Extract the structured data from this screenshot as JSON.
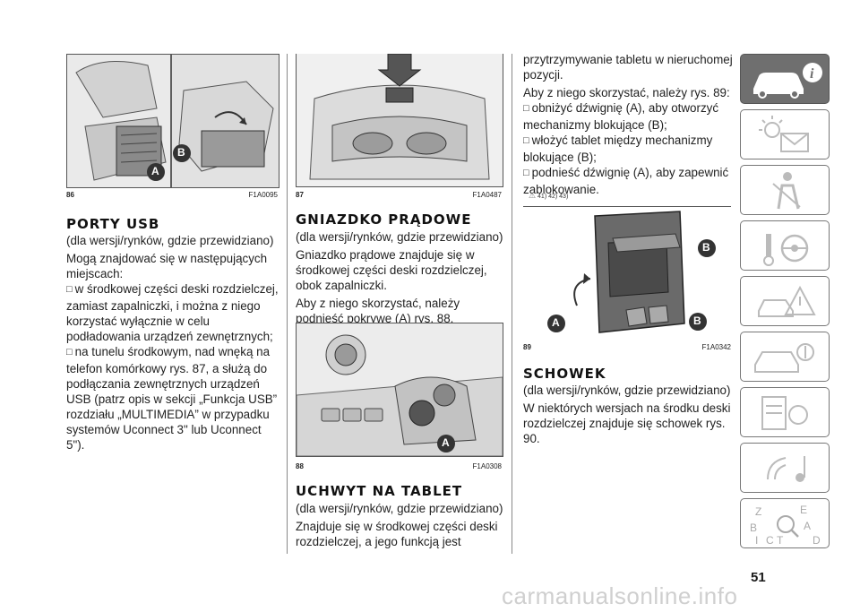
{
  "figures": [
    {
      "number": "86",
      "code": "F1A0095",
      "labels": [
        "A",
        "B"
      ]
    },
    {
      "number": "87",
      "code": "F1A0487",
      "labels": []
    },
    {
      "number": "88",
      "code": "F1A0308",
      "labels": [
        "A"
      ]
    },
    {
      "number": "89",
      "code": "F1A0342",
      "labels": [
        "A",
        "B",
        "B"
      ]
    }
  ],
  "col1": {
    "heading": "PORTY USB",
    "paragraphs": [
      "(dla wersji/rynków, gdzie przewidziano)",
      "Mogą znajdować się w następujących miejscach:"
    ],
    "bullets": [
      "w środkowej części deski rozdzielczej, zamiast zapalniczki, i można z niego korzystać wyłącznie w celu podładowania urządzeń zewnętrznych;",
      "na tunelu środkowym, nad wnęką na telefon komórkowy rys. 87, a służą do podłączania zewnętrznych urządzeń USB (patrz opis w sekcji „Funkcja USB” rozdziału „MULTIMEDIA” w przypadku systemów Uconnect 3\" lub Uconnect 5\")."
    ]
  },
  "col2": {
    "heading1": "GNIAZDKO PRĄDOWE",
    "paragraphs1": [
      "(dla wersji/rynków, gdzie przewidziano)",
      "Gniazdko prądowe znajduje się w środkowej części deski rozdzielczej, obok zapalniczki.",
      "Aby z niego skorzystać, należy podnieść pokrywę (A) rys. 88."
    ],
    "heading2": "UCHWYT NA TABLET",
    "paragraphs2": [
      "(dla wersji/rynków, gdzie przewidziano)",
      "Znajduje się w środkowej części deski rozdzielczej, a jego funkcją jest"
    ]
  },
  "col3": {
    "paragraphs1": [
      "przytrzymywanie tabletu w nieruchomej pozycji.",
      "Aby z niego skorzystać, należy rys. 89:"
    ],
    "bullets": [
      "obniżyć dźwignię (A), aby otworzyć mechanizmy blokujące (B);",
      "włożyć tablet między mechanizmy blokujące (B);",
      "podnieść dźwignię (A), aby zapewnić zablokowanie."
    ],
    "warnings": "41)  42)  43)",
    "heading2": "SCHOWEK",
    "paragraphs2": [
      "(dla wersji/rynków, gdzie przewidziano)",
      "W niektórych wersjach na środku deski rozdzielczej znajduje się schowek rys. 90."
    ]
  },
  "tabs": [
    {
      "icon": "car-info-icon",
      "active": true
    },
    {
      "icon": "warning-lights-icon",
      "active": false
    },
    {
      "icon": "seatbelt-airbag-icon",
      "active": false
    },
    {
      "icon": "key-steering-wheel-icon",
      "active": false
    },
    {
      "icon": "emergency-car-icon",
      "active": false
    },
    {
      "icon": "service-car-icon",
      "active": false
    },
    {
      "icon": "technical-data-icon",
      "active": false
    },
    {
      "icon": "multimedia-icon",
      "active": false
    },
    {
      "icon": "alphabetical-index-icon",
      "active": false
    }
  ],
  "index_letters": [
    "Z",
    "E",
    "B",
    "A",
    "C",
    "D",
    "I",
    "T"
  ],
  "page_number": "51",
  "footer_url": "carmanualsonline.info"
}
